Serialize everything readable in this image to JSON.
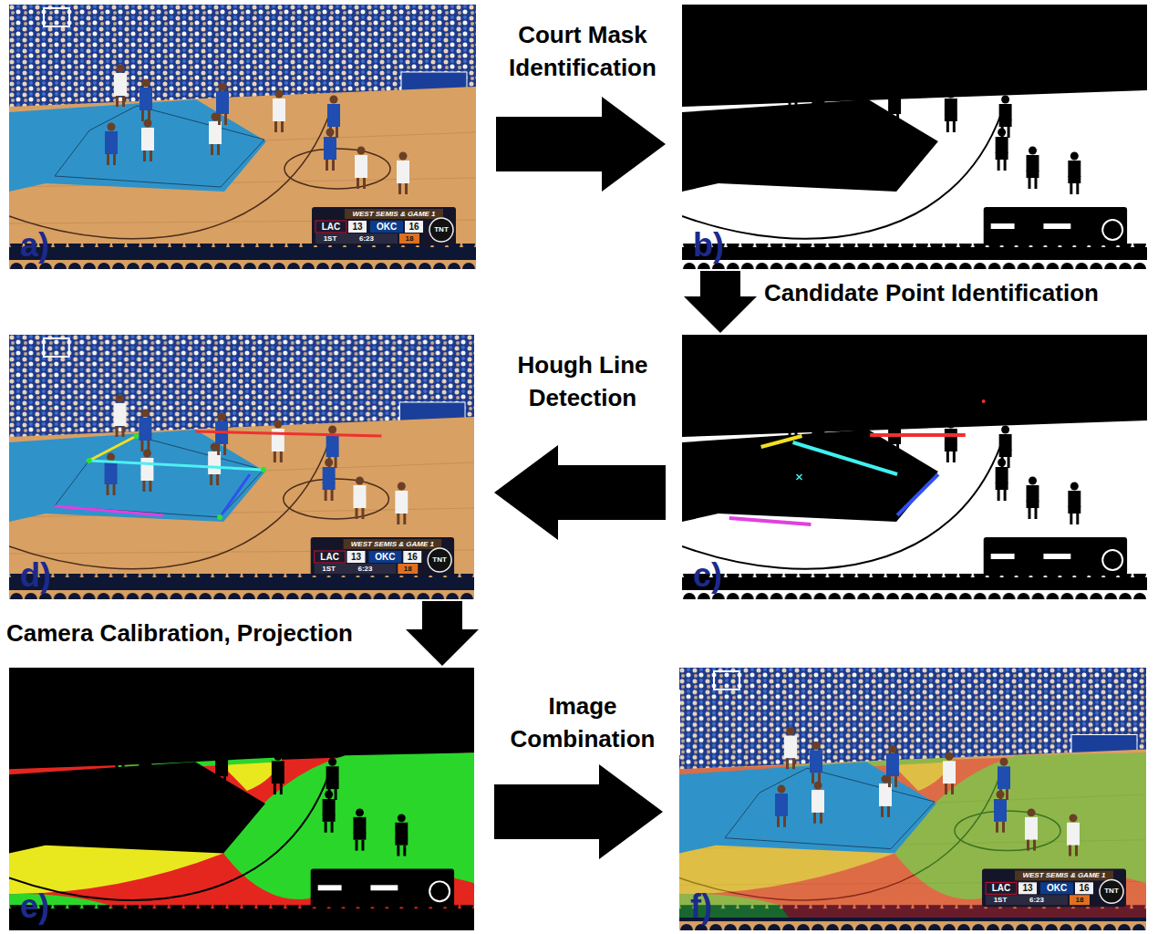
{
  "diagram": {
    "nodes": [
      {
        "text": [
          "a)"
        ]
      },
      {
        "text": [
          "b)"
        ]
      },
      {
        "text": [
          "c)"
        ]
      },
      {
        "text": [
          "d)"
        ]
      },
      {
        "text": [
          "e)"
        ]
      },
      {
        "text": [
          "f)"
        ]
      }
    ],
    "edges": [
      {
        "from": 0,
        "to": 1,
        "arrow": "to",
        "label": "Court Mask Identification"
      },
      {
        "from": 1,
        "to": 2,
        "arrow": "to",
        "label": "Candidate Point Identification"
      },
      {
        "from": 2,
        "to": 3,
        "arrow": "to",
        "label": "Hough Line Detection"
      },
      {
        "from": 3,
        "to": 4,
        "arrow": "to",
        "label": "Camera Calibration, Projection"
      },
      {
        "from": 4,
        "to": 5,
        "arrow": "to",
        "label": "Image Combination"
      }
    ],
    "labels": [
      "WEST SEMIS & GAME 1",
      "LAC",
      "13",
      "OKC",
      "16",
      "1ST",
      "6:23",
      "18",
      "TNT",
      "WEST SEMIS & GAME 1",
      "LAC",
      "13",
      "OKC",
      "16",
      "1ST",
      "6:23",
      "18",
      "TNT",
      "WEST SEMIS & GAME 1",
      "LAC",
      "13",
      "OKC",
      "16",
      "1ST",
      "6:23",
      "18",
      "TNT"
    ]
  }
}
